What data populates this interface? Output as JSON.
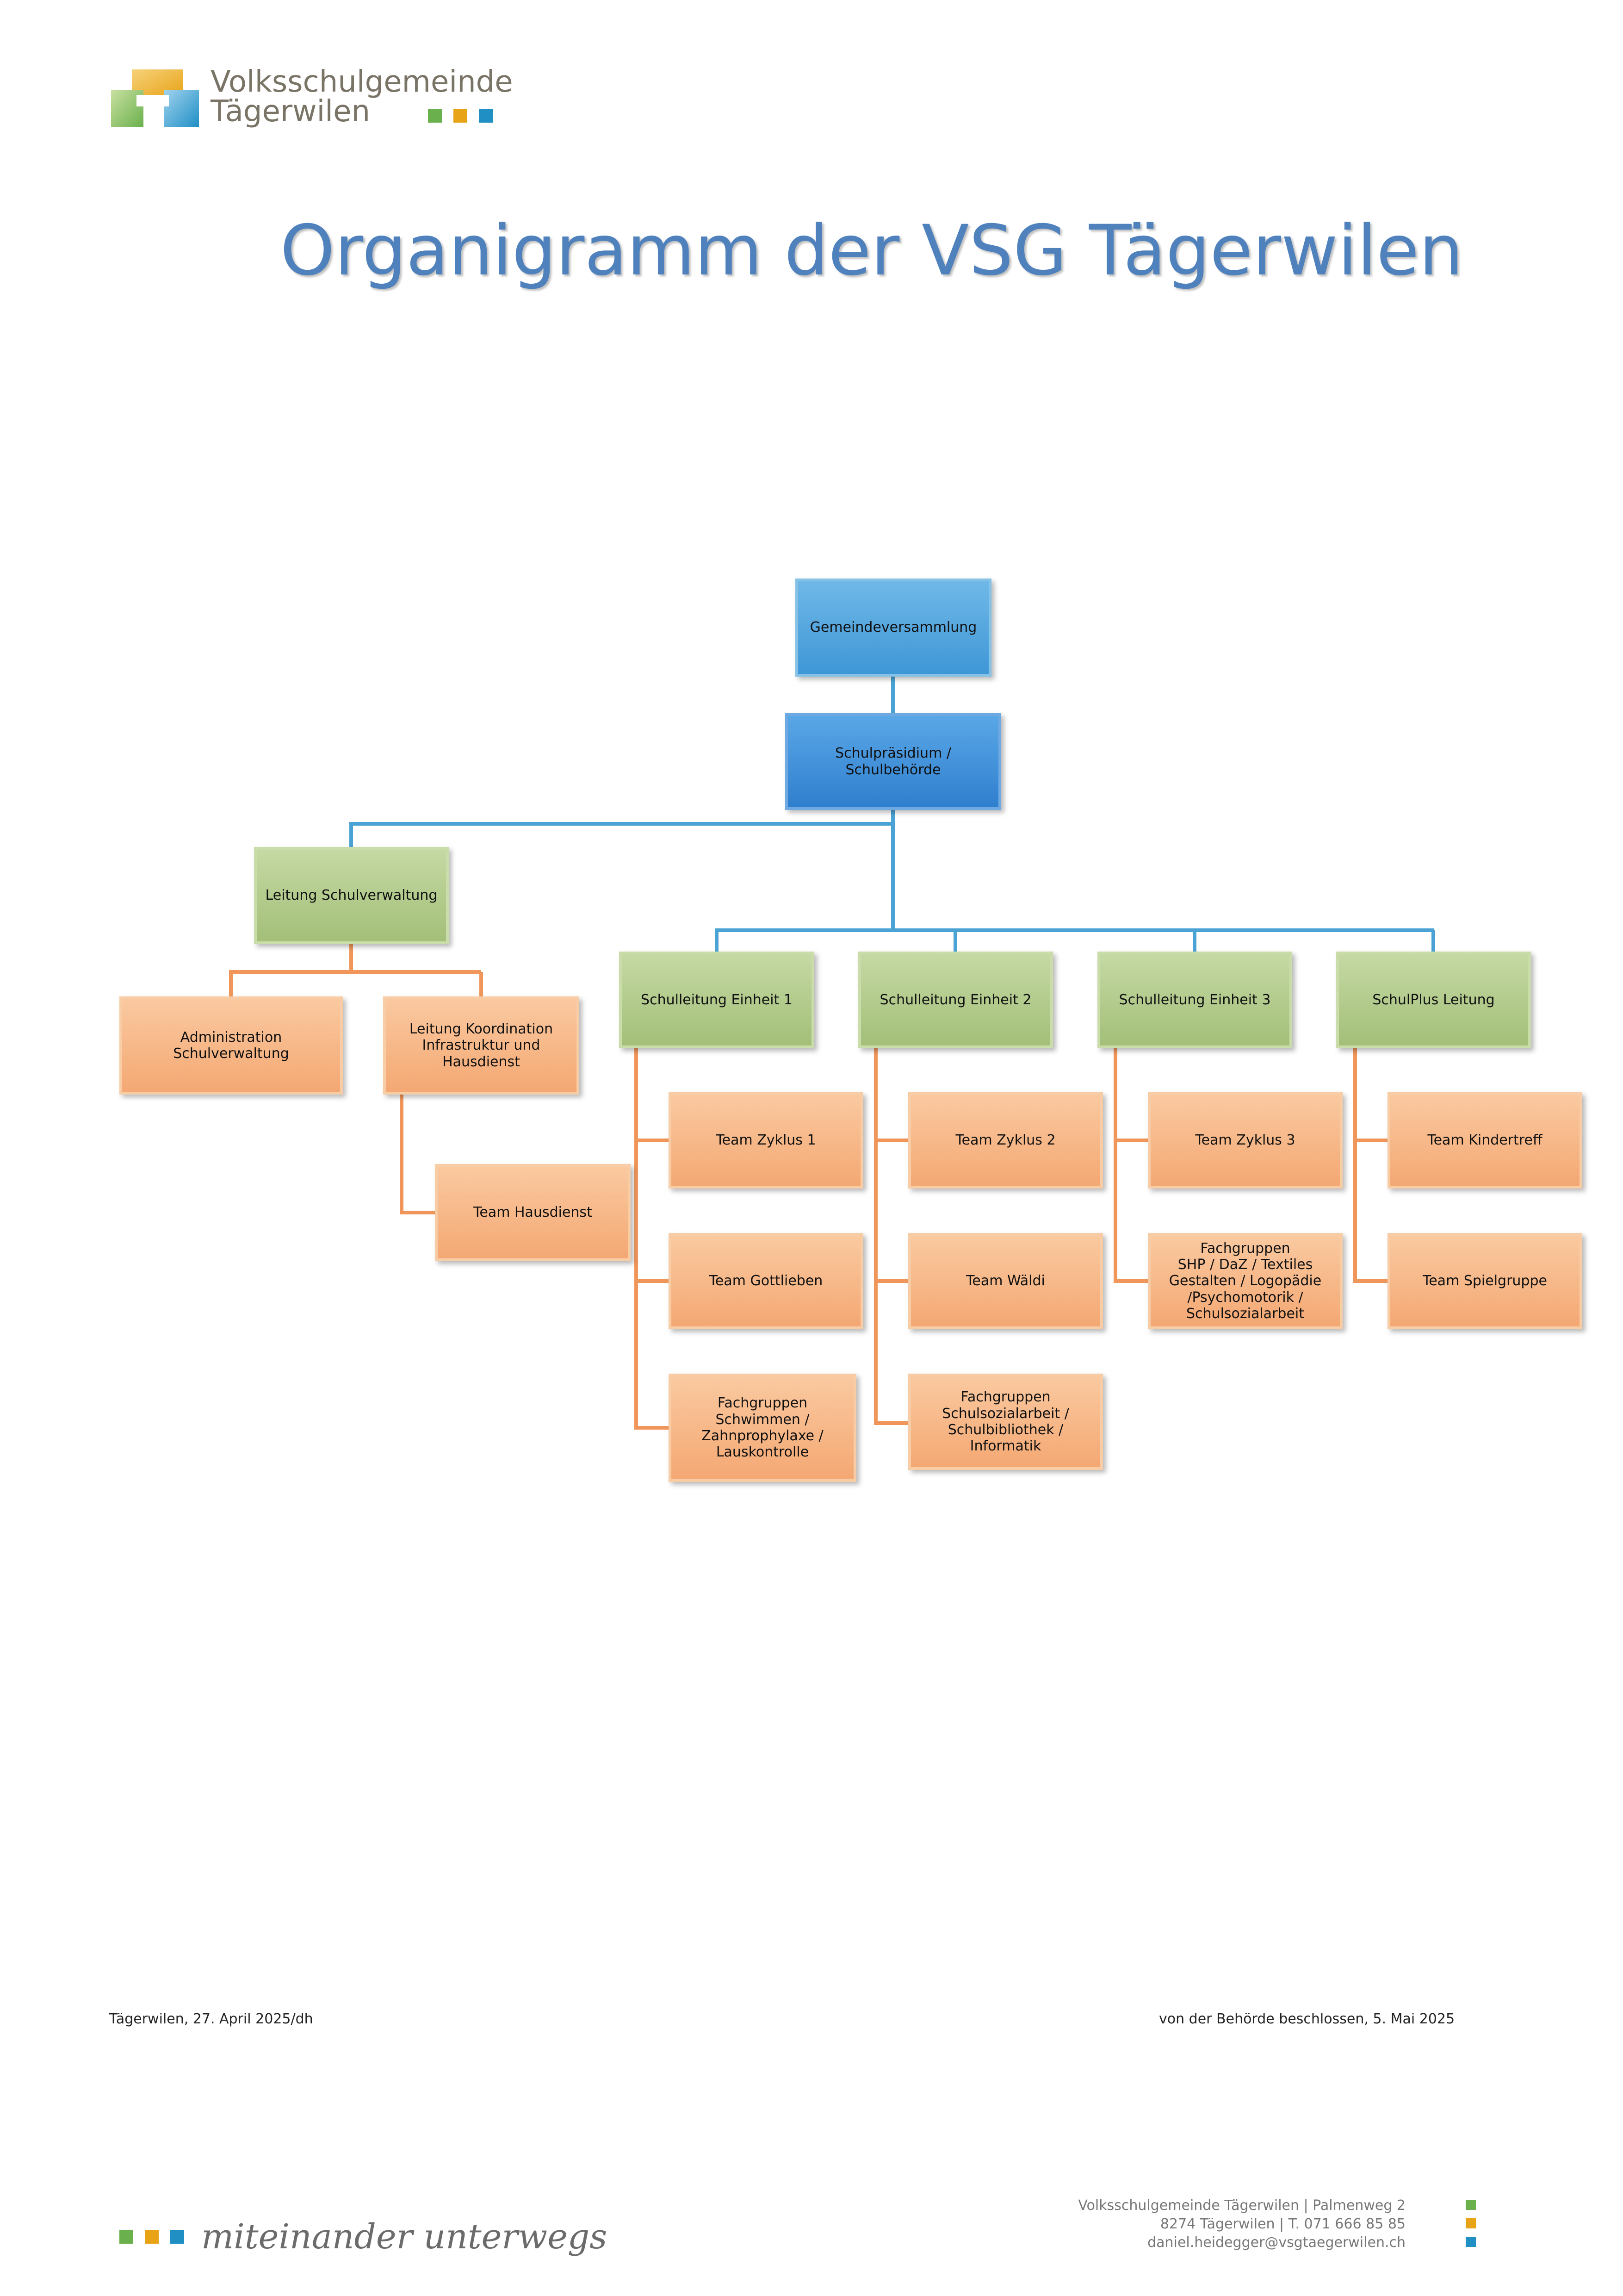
{
  "header": {
    "logo_line1": "Volksschulgemeinde",
    "logo_line2": "Tägerwilen"
  },
  "title": "Organigramm der VSG Tägerwilen",
  "colors": {
    "title": "#4f81bd",
    "blue_line": "#4aa3d4",
    "orange_line": "#f0965a",
    "square_green": "#6ab04c",
    "square_orange": "#e8a317",
    "square_blue": "#1f8fc4"
  },
  "org": {
    "gemeindeversammlung": "Gemeindeversammlung",
    "schulpraesidium": "Schulpräsidium / Schulbehörde",
    "leitung_schulverwaltung": "Leitung Schulverwaltung",
    "administration": "Administration Schulverwaltung",
    "leitung_koordination": "Leitung Koordination\nInfrastruktur und\nHausdienst",
    "team_hausdienst": "Team Hausdienst",
    "einheit1": "Schulleitung Einheit 1",
    "einheit2": "Schulleitung Einheit 2",
    "einheit3": "Schulleitung Einheit 3",
    "schulplus": "SchulPlus Leitung",
    "zyklus1": "Team Zyklus 1",
    "gottlieben": "Team Gottlieben",
    "fach1": "Fachgruppen\nSchwimmen /\nZahnprophylaxe /\nLauskontrolle",
    "zyklus2": "Team Zyklus 2",
    "waeldi": "Team Wäldi",
    "fach2": "Fachgruppen\nSchulsozialarbeit /\nSchulbibliothek / Informatik",
    "zyklus3": "Team Zyklus 3",
    "fach3": "Fachgruppen\nSHP / DaZ / Textiles\nGestalten / Logopädie\n/Psychomotorik /\nSchulsozialarbeit",
    "kindertreff": "Team Kindertreff",
    "spielgruppe": "Team Spielgruppe"
  },
  "footer": {
    "date_left": "Tägerwilen, 27. April 2025/dh",
    "date_right": "von der Behörde beschlossen, 5. Mai 2025",
    "slogan": "miteinander unterwegs",
    "address_line1": "Volksschulgemeinde Tägerwilen | Palmenweg 2",
    "address_line2": "8274 Tägerwilen | T. 071 666 85 85",
    "address_line3": "daniel.heidegger@vsgtaegerwilen.ch"
  }
}
